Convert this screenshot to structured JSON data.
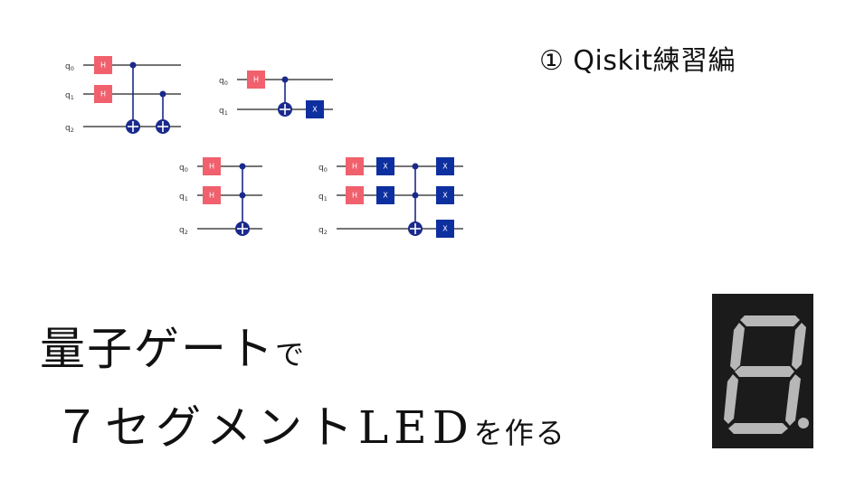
{
  "series_title": "① Qiskit練習編",
  "main_title": {
    "line1": "量子ゲート",
    "line1_suffix": "で",
    "line2": "７セグメントLED",
    "line2_suffix": "を作る"
  },
  "circuits": [
    {
      "qubits": [
        {
          "base": "q",
          "sub": "0"
        },
        {
          "base": "q",
          "sub": "1"
        },
        {
          "base": "q",
          "sub": "2"
        }
      ],
      "gates": [
        "H",
        "H"
      ],
      "operations": [
        "H(q0)",
        "H(q1)",
        "CX(q0,q2)",
        "CX(q1,q2)"
      ]
    },
    {
      "qubits": [
        {
          "base": "q",
          "sub": "0"
        },
        {
          "base": "q",
          "sub": "1"
        }
      ],
      "gates": [
        "H",
        "X"
      ],
      "operations": [
        "H(q0)",
        "CX(q0,q1)",
        "X(q1)"
      ]
    },
    {
      "qubits": [
        {
          "base": "q",
          "sub": "0"
        },
        {
          "base": "q",
          "sub": "1"
        },
        {
          "base": "q",
          "sub": "2"
        }
      ],
      "gates": [
        "H",
        "H"
      ],
      "operations": [
        "H(q0)",
        "H(q1)",
        "CCX(q0,q1,q2)"
      ]
    },
    {
      "qubits": [
        {
          "base": "q",
          "sub": "0"
        },
        {
          "base": "q",
          "sub": "1"
        },
        {
          "base": "q",
          "sub": "2"
        }
      ],
      "gates": [
        "H",
        "H",
        "X",
        "X",
        "X",
        "X",
        "X"
      ],
      "operations": [
        "H(q0)",
        "H(q1)",
        "X(q0)",
        "X(q1)",
        "CCX(q0,q1,q2)",
        "X(q0)",
        "X(q1)",
        "X(q2)"
      ]
    }
  ],
  "colors": {
    "h_gate": "#f0616d",
    "x_gate": "#0d2fa0",
    "control": "#1a2a8c",
    "segment_panel": "#1b1b1b",
    "segment": "#b7b7b7"
  },
  "display": {
    "type": "seven-segment-led",
    "digit_shown": "8",
    "segments_lit": [
      "a",
      "b",
      "c",
      "d",
      "e",
      "f",
      "g",
      "dp"
    ]
  }
}
